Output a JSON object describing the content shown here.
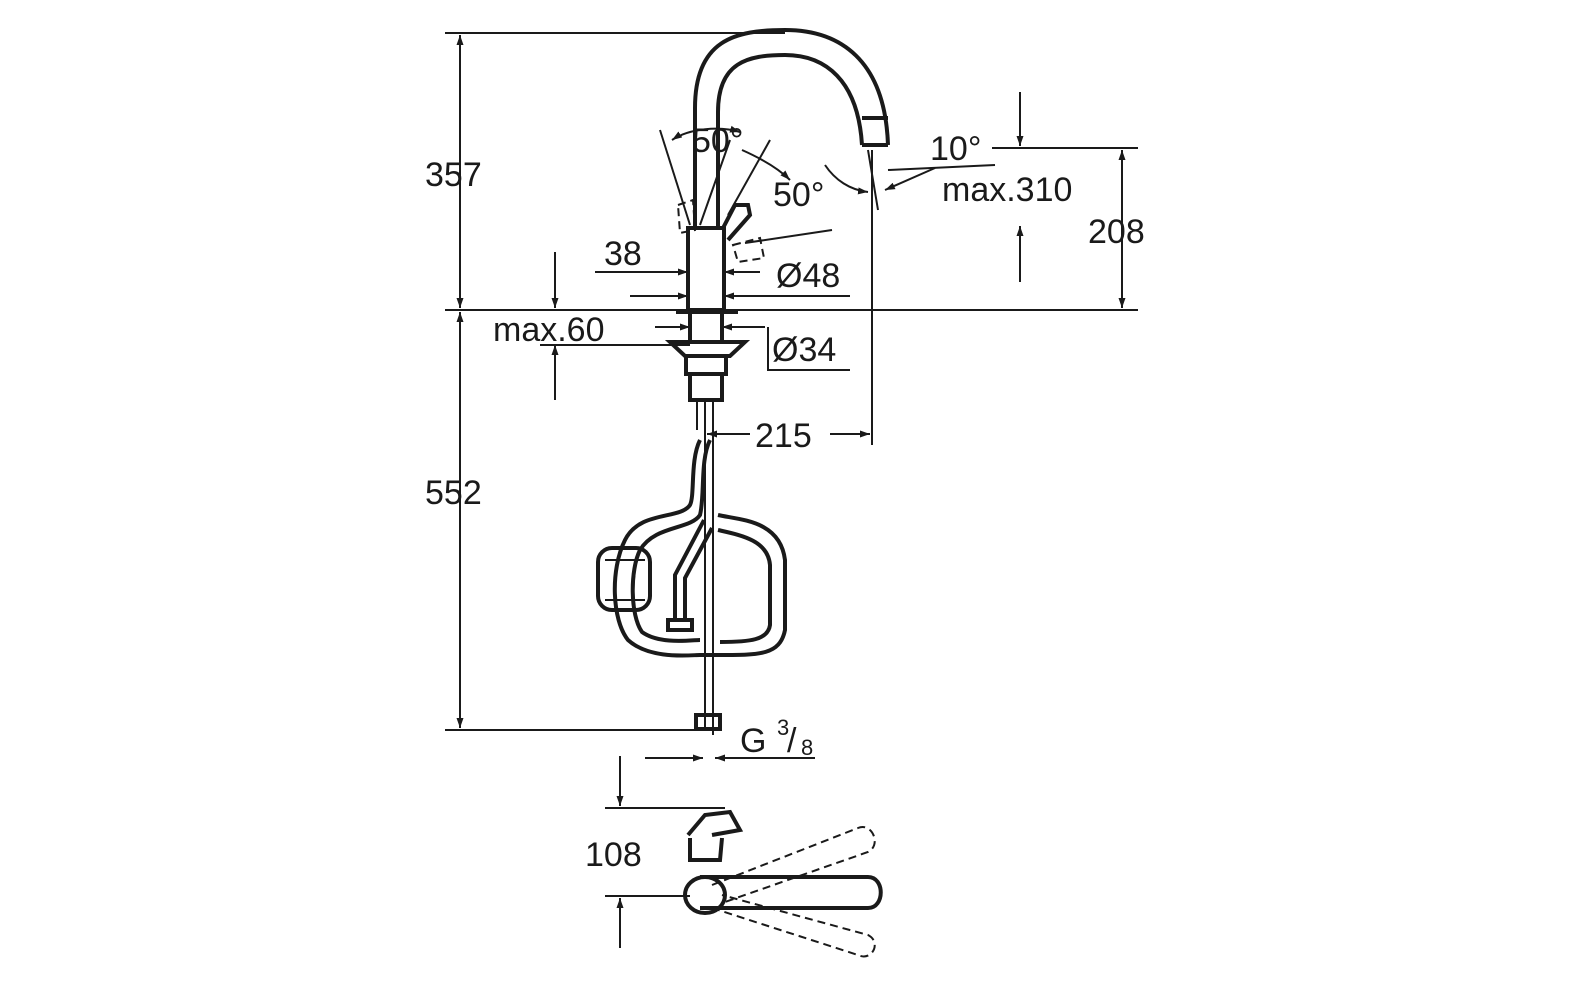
{
  "dimensions": {
    "height_above_deck": "357",
    "height_below_deck": "552",
    "spout_height": "208",
    "lever_angle_top": "50°",
    "lever_angle_side": "50°",
    "spout_tilt": "10°",
    "hose_extension": "max.310",
    "lever_width": "38",
    "base_diameter": "Ø48",
    "deck_thickness": "max.60",
    "hole_diameter": "Ø34",
    "spout_reach": "215",
    "connection_thread": "G",
    "connection_num": "3",
    "connection_den": "8",
    "top_view_depth": "108"
  }
}
